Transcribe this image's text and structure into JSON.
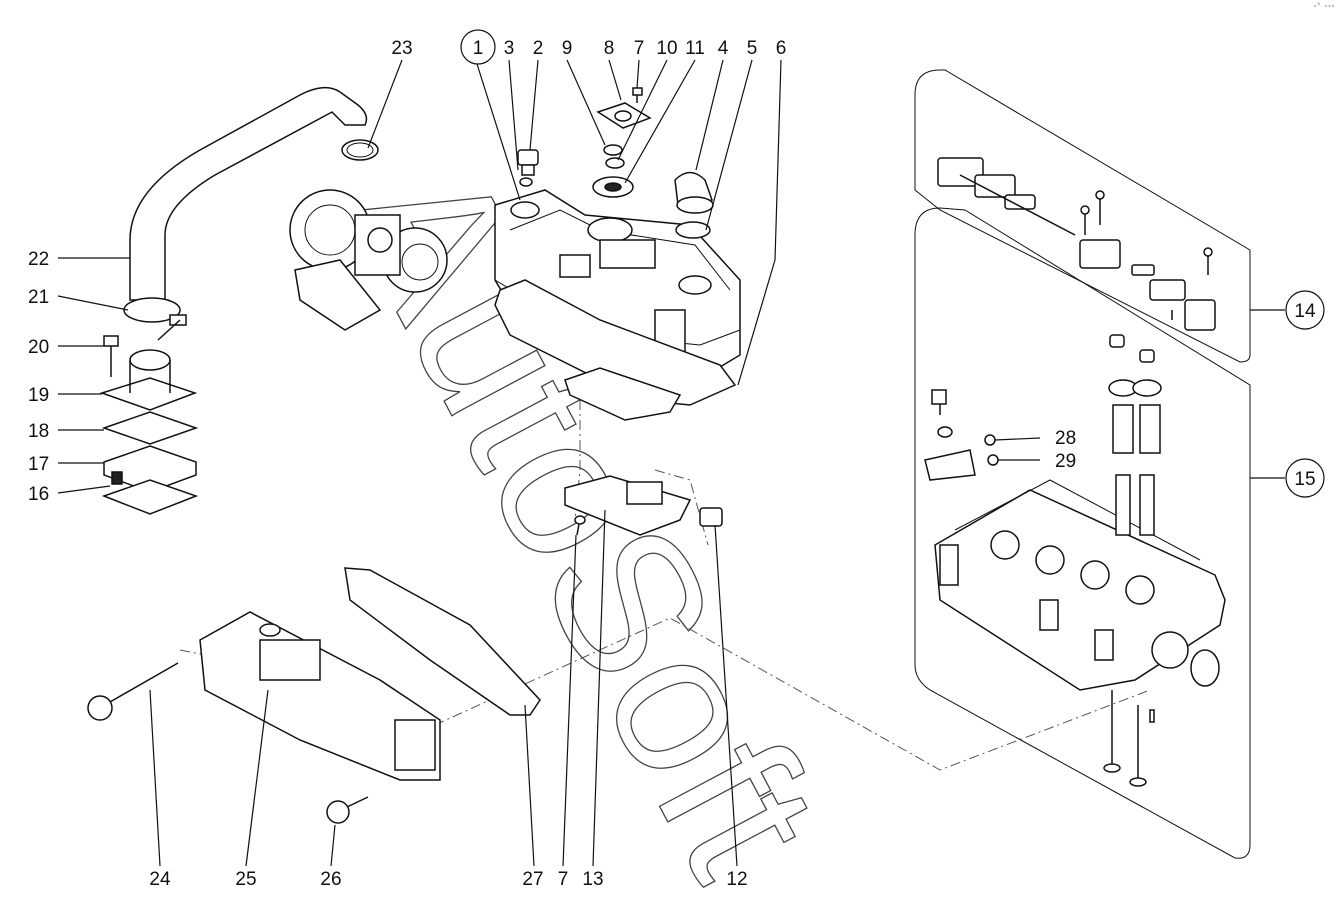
{
  "watermark": "AutoSoft",
  "corner_mark": "ₒᴰ ₒₒₒ",
  "callouts": {
    "c1": "1",
    "c2": "2",
    "c3": "3",
    "c4": "4",
    "c5": "5",
    "c6": "6",
    "c7a": "7",
    "c7b": "7",
    "c8": "8",
    "c9": "9",
    "c10": "10",
    "c11": "11",
    "c12": "12",
    "c13": "13",
    "c14": "14",
    "c15": "15",
    "c16": "16",
    "c17": "17",
    "c18": "18",
    "c19": "19",
    "c20": "20",
    "c21": "21",
    "c22": "22",
    "c23": "23",
    "c24": "24",
    "c25": "25",
    "c26": "26",
    "c27": "27",
    "c28": "28",
    "c29": "29"
  }
}
